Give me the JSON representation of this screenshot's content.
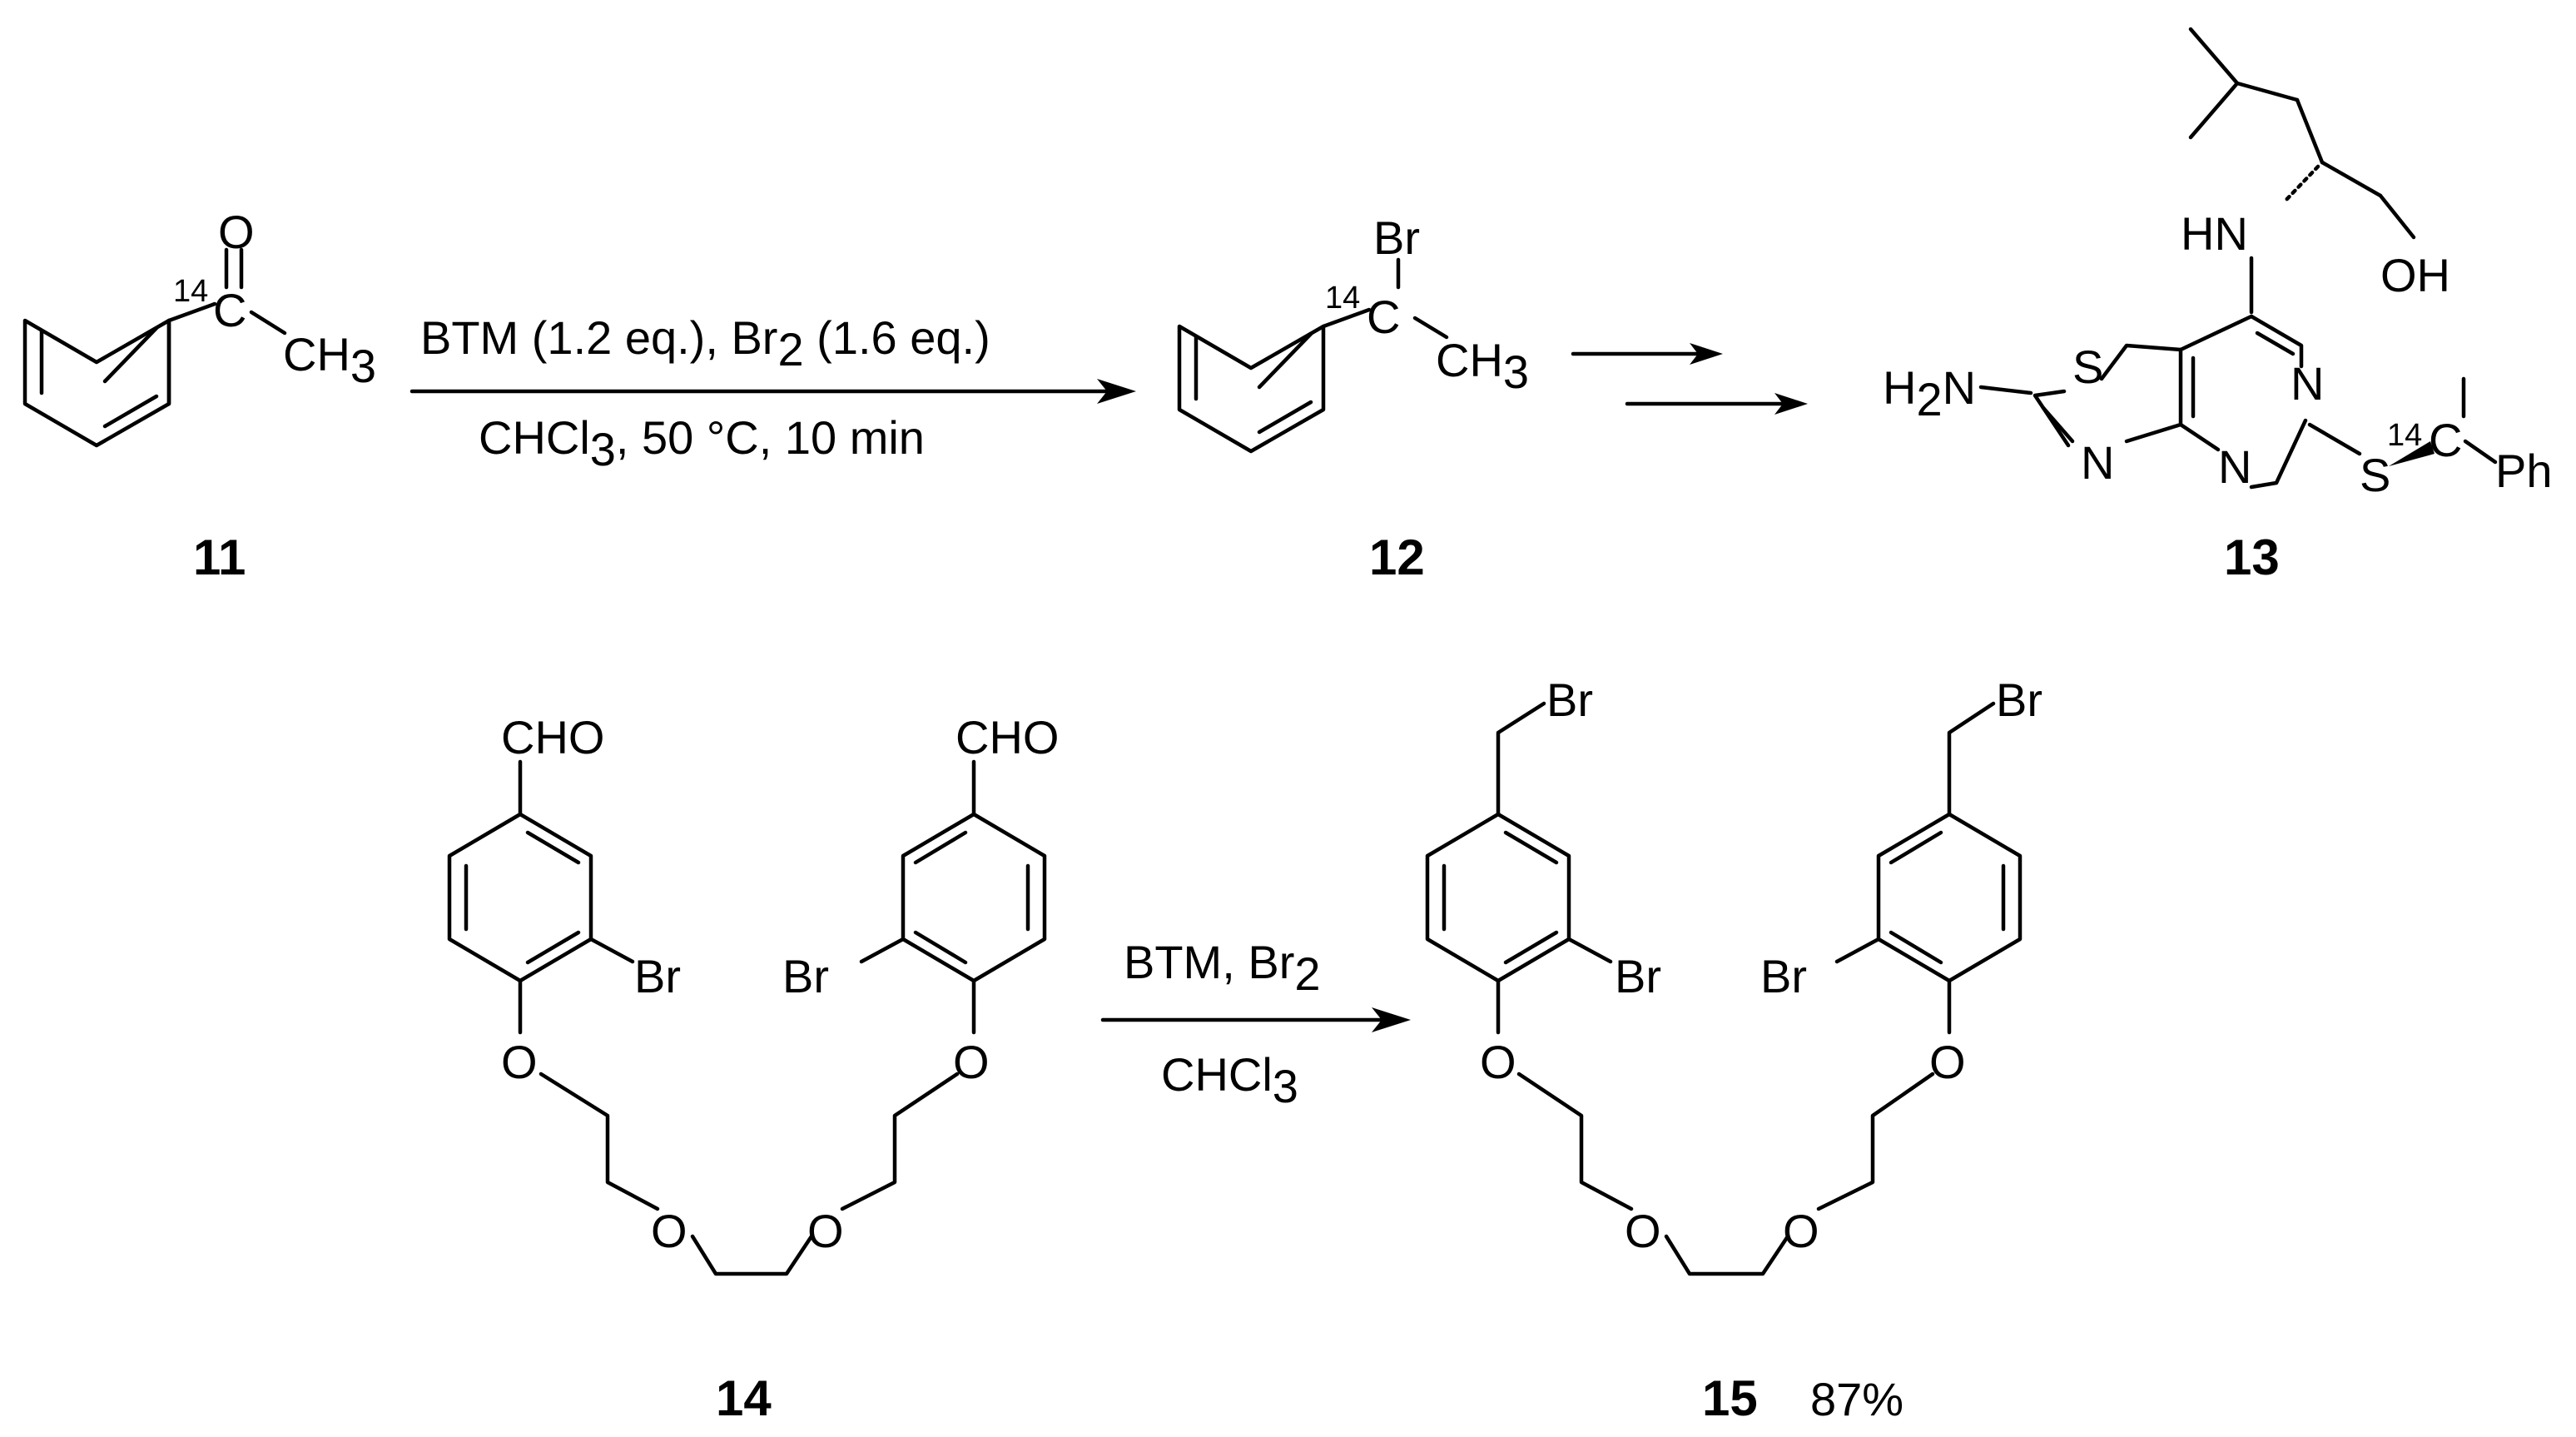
{
  "colors": {
    "reagent": "#1a8a1a",
    "ink": "#000000"
  },
  "reaction1": {
    "reagent": "BTM",
    "reagent_amount": " (1.2 eq.), Br",
    "reagent_sub": "2",
    "reagent_amount2": " (1.6 eq.)",
    "conditions_a": "CHCl",
    "conditions_sub": "3",
    "conditions_b": ", 50 °C, 10 min"
  },
  "reaction2": {
    "reagent": "BTM",
    "reagent_b": ", Br",
    "reagent_sub": "2",
    "solvent": "CHCl",
    "solvent_sub": "3"
  },
  "compounds": {
    "c11": {
      "label": "11",
      "O": "O",
      "iso": "14",
      "C": "C",
      "CH": "CH",
      "sub3": "3"
    },
    "c12": {
      "label": "12",
      "Br": "Br",
      "iso": "14",
      "C": "C",
      "CH": "CH",
      "sub3": "3"
    },
    "c13": {
      "label": "13",
      "HN": "HN",
      "OH": "OH",
      "S_ring": "S",
      "N1": "N",
      "N2": "N",
      "N3": "N",
      "H2N_H": "H",
      "H2N_sub": "2",
      "H2N_N": "N",
      "S_thio": "S",
      "iso": "14",
      "C": "C",
      "Ph": "Ph"
    },
    "c14": {
      "label": "14",
      "CHO_left": "CHO",
      "CHO_right": "CHO",
      "Br_left": "Br",
      "Br_right": "Br",
      "O1": "O",
      "O2": "O",
      "O3": "O",
      "O4": "O"
    },
    "c15": {
      "label": "15",
      "yield": "87%",
      "Br_top_left": "Br",
      "Br_top_right": "Br",
      "Br_left": "Br",
      "Br_right": "Br",
      "O1": "O",
      "O2": "O",
      "O3": "O",
      "O4": "O"
    }
  }
}
